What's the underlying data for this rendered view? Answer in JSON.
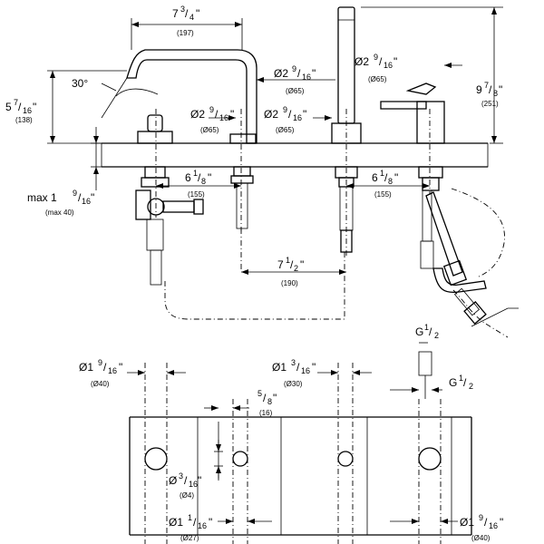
{
  "top": {
    "spout_width": {
      "whole": "7",
      "num": "3",
      "den": "4",
      "mm": "(197)"
    },
    "angle": "30°",
    "spout_height": {
      "whole": "5",
      "num": "7",
      "den": "16",
      "mm": "(138)"
    },
    "spout_dia_a": {
      "whole": "Ø2",
      "num": "9",
      "den": "16",
      "mm": "(Ø65)"
    },
    "spout_dia_b": {
      "whole": "Ø2",
      "num": "9",
      "den": "16",
      "mm": "(Ø65)"
    },
    "shower_dia": {
      "whole": "Ø2",
      "num": "9",
      "den": "16",
      "mm": "(Ø65)"
    },
    "mixer_dia": {
      "whole": "Ø2",
      "num": "9",
      "den": "16",
      "mm": "(Ø65)"
    },
    "total_height": {
      "whole": "9",
      "num": "7",
      "den": "8",
      "mm": "(251)"
    },
    "max_thickness": {
      "prefix": "max 1",
      "num": "9",
      "den": "16",
      "mm": "(max 40)"
    },
    "spacing_left": {
      "whole": "6",
      "num": "1",
      "den": "8",
      "mm": "(155)"
    },
    "spacing_right": {
      "whole": "6",
      "num": "1",
      "den": "8",
      "mm": "(155)"
    },
    "spacing_mid": {
      "whole": "7",
      "num": "1",
      "den": "2",
      "mm": "(190)"
    },
    "thread_a": {
      "whole": "G",
      "num": "1",
      "den": "2"
    },
    "thread_b": {
      "whole": "G",
      "num": "1",
      "den": "2"
    }
  },
  "bottom": {
    "hole_a": {
      "whole": "Ø1",
      "num": "9",
      "den": "16",
      "mm": "(Ø40)"
    },
    "hole_b": {
      "whole": "Ø1",
      "num": "3",
      "den": "16",
      "mm": "(Ø30)"
    },
    "offset": {
      "num": "5",
      "den": "8",
      "mm": "(16)"
    },
    "small_hole": {
      "whole": "Ø",
      "num": "3",
      "den": "16",
      "mm": "(Ø4)"
    },
    "hole_c": {
      "whole": "Ø1",
      "num": "1",
      "den": "16",
      "mm": "(Ø27)"
    },
    "hole_d": {
      "whole": "Ø1",
      "num": "9",
      "den": "16",
      "mm": "(Ø40)"
    }
  }
}
